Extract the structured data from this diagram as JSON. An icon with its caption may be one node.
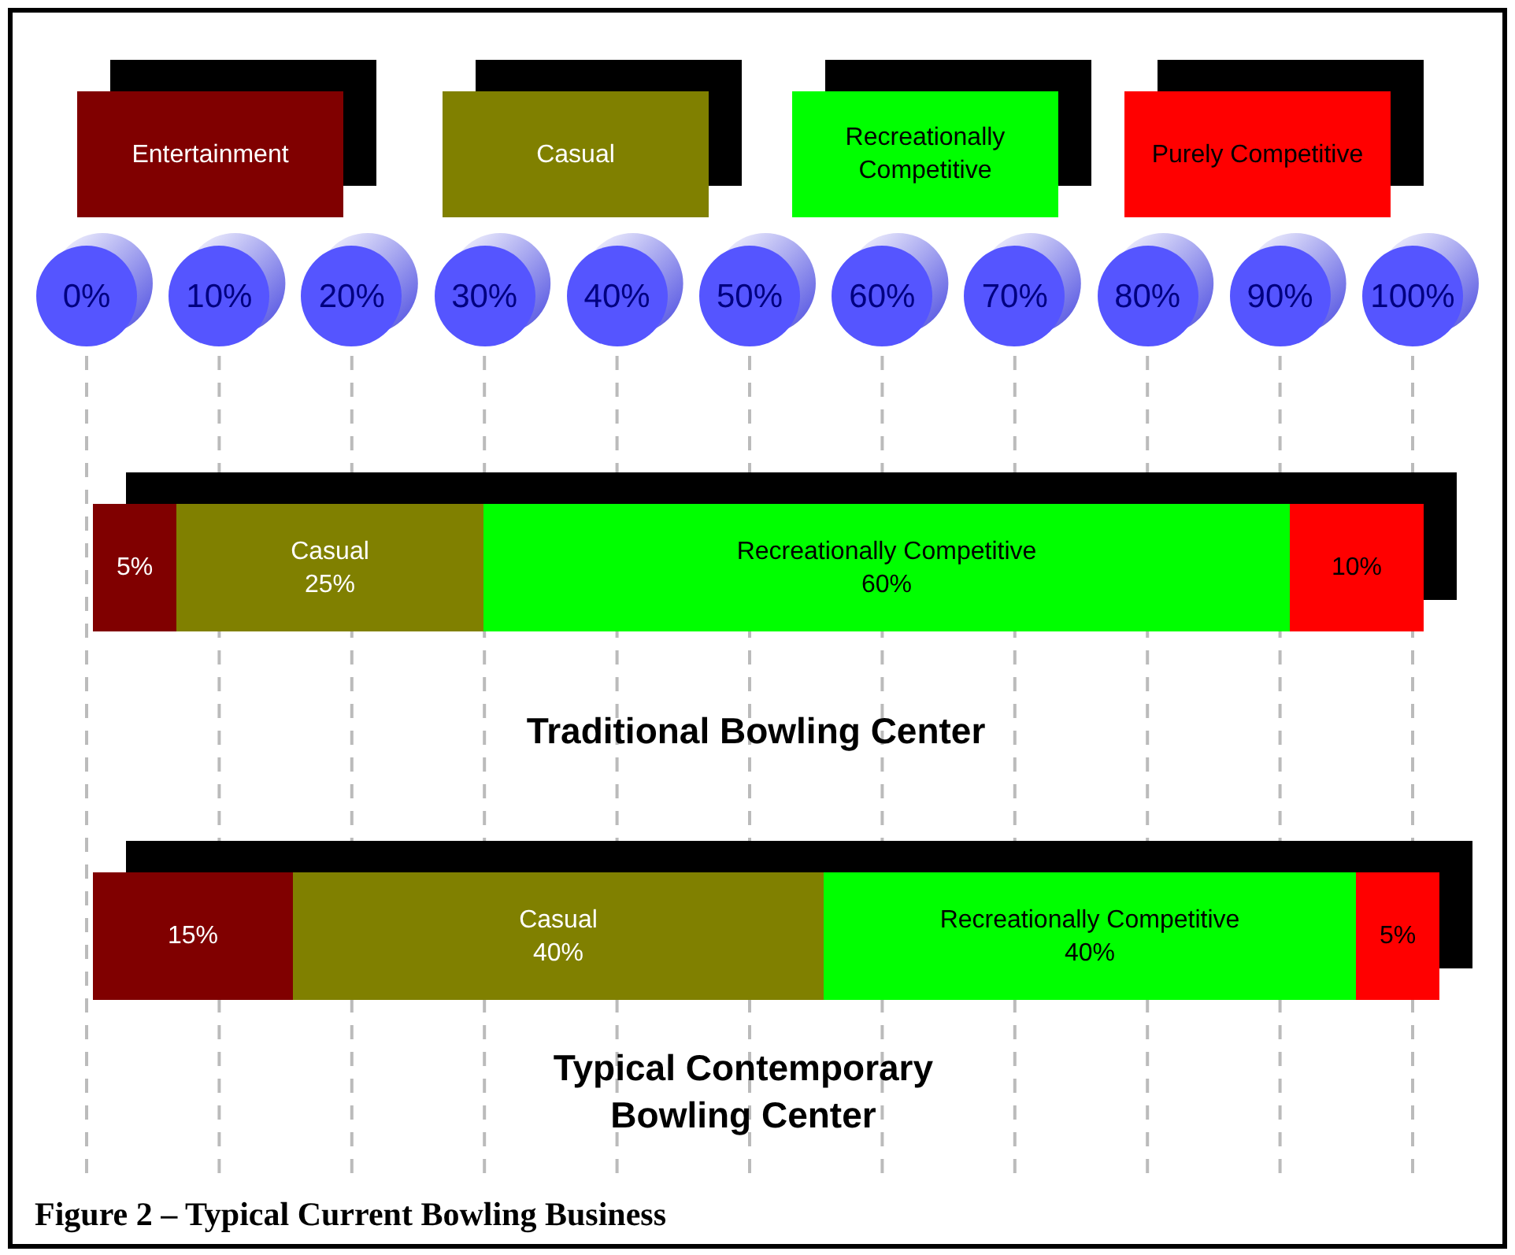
{
  "diagram": {
    "caption": "Figure 2 – Typical Current Bowling Business",
    "nodes": [
      {
        "text": [
          "Entertainment"
        ]
      },
      {
        "text": [
          "Casual"
        ]
      },
      {
        "text": [
          "Recreationally Competitive"
        ]
      },
      {
        "text": [
          "Purely Competitive"
        ]
      },
      {
        "text": [
          "0%"
        ]
      },
      {
        "text": [
          "10%"
        ]
      },
      {
        "text": [
          "20%"
        ]
      },
      {
        "text": [
          "30%"
        ]
      },
      {
        "text": [
          "40%"
        ]
      },
      {
        "text": [
          "50%"
        ]
      },
      {
        "text": [
          "60%"
        ]
      },
      {
        "text": [
          "70%"
        ]
      },
      {
        "text": [
          "80%"
        ]
      },
      {
        "text": [
          "90%"
        ]
      },
      {
        "text": [
          "100%"
        ]
      },
      {
        "text": [
          "5%"
        ]
      },
      {
        "text": [
          "Casual",
          "25%"
        ]
      },
      {
        "text": [
          "Recreationally Competitive",
          "60%"
        ]
      },
      {
        "text": [
          "10%"
        ]
      },
      {
        "text": [
          "15%"
        ]
      },
      {
        "text": [
          "Casual",
          "40%"
        ]
      },
      {
        "text": [
          "Recreationally Competitive",
          "40%"
        ]
      },
      {
        "text": [
          "5%"
        ]
      }
    ],
    "labels": [
      "Traditional Bowling Center",
      "Typical Contemporary Bowling Center"
    ]
  }
}
